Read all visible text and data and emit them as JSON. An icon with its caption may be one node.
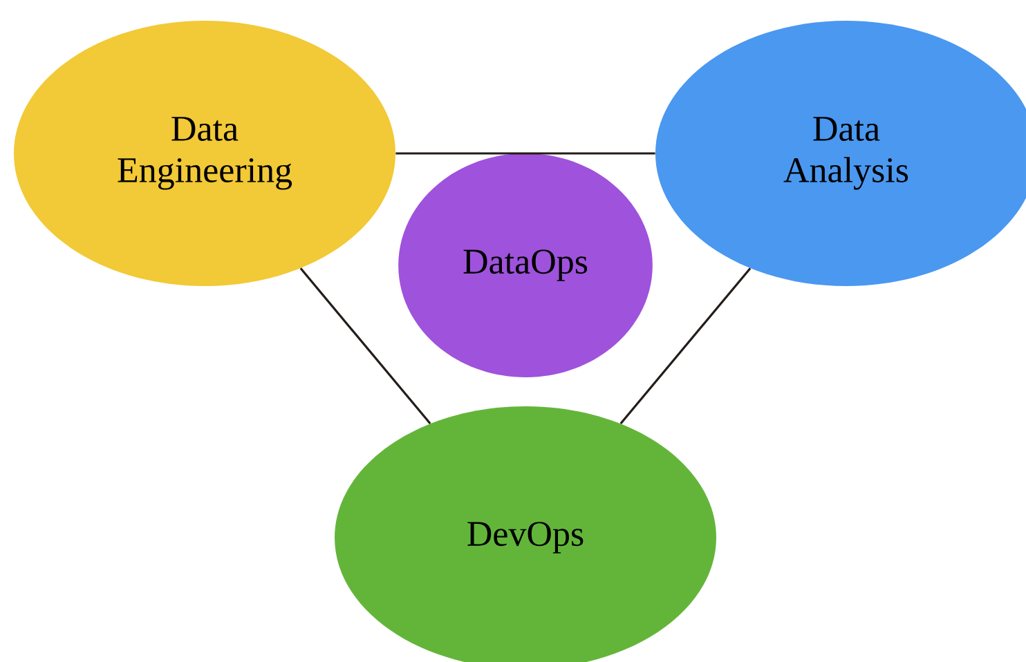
{
  "diagram": {
    "nodes": [
      {
        "text": [
          "Data Engineering"
        ]
      },
      {
        "text": [
          "Data Analysis"
        ]
      },
      {
        "text": [
          "DataOps"
        ]
      },
      {
        "text": [
          "DevOps"
        ]
      }
    ],
    "edges": [
      {
        "from": 0,
        "to": 1,
        "arrow": "none"
      },
      {
        "from": 0,
        "to": 3,
        "arrow": "none"
      },
      {
        "from": 1,
        "to": 3,
        "arrow": "none"
      }
    ]
  }
}
